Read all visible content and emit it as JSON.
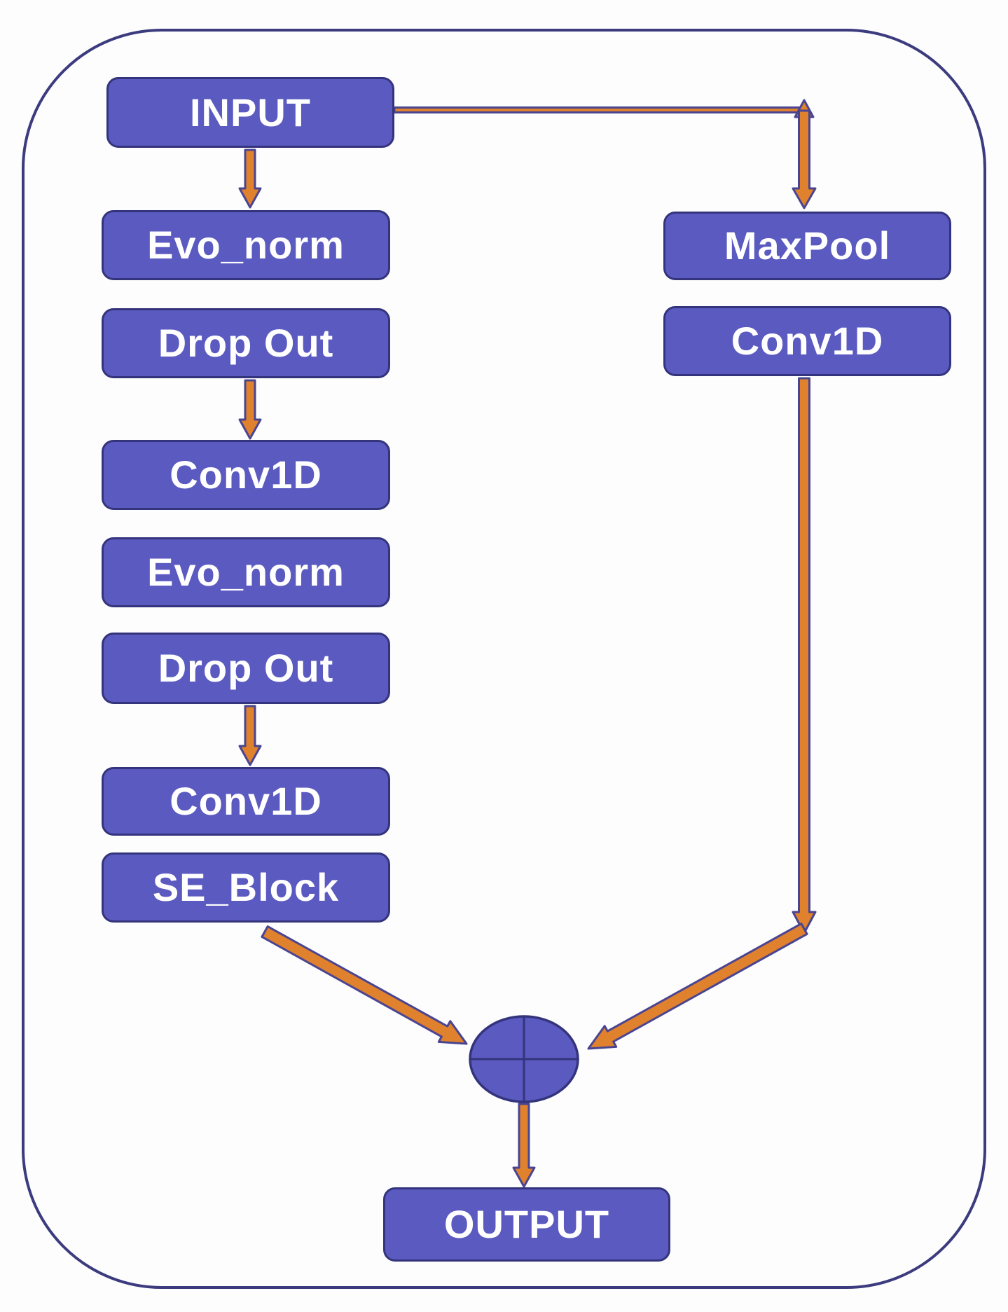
{
  "figure": {
    "type": "flowchart",
    "description": "Residual CNN block architecture diagram",
    "nodes": [
      {
        "id": "input",
        "label": "INPUT"
      },
      {
        "id": "evo-norm-1",
        "label": "Evo_norm"
      },
      {
        "id": "drop-out-1",
        "label": "Drop Out"
      },
      {
        "id": "conv1d-1",
        "label": "Conv1D"
      },
      {
        "id": "evo-norm-2",
        "label": "Evo_norm"
      },
      {
        "id": "drop-out-2",
        "label": "Drop Out"
      },
      {
        "id": "conv1d-2",
        "label": "Conv1D"
      },
      {
        "id": "se-block",
        "label": "SE_Block"
      },
      {
        "id": "maxpool",
        "label": "MaxPool"
      },
      {
        "id": "conv1d-right",
        "label": "Conv1D"
      },
      {
        "id": "output",
        "label": "OUTPUT"
      }
    ],
    "operator": {
      "id": "add",
      "symbol": "circle-plus"
    },
    "edges": [
      {
        "from": "input",
        "to": "evo-norm-1",
        "style": "arrow"
      },
      {
        "from": "evo-norm-1",
        "to": "drop-out-1",
        "style": "stacked"
      },
      {
        "from": "drop-out-1",
        "to": "conv1d-1",
        "style": "arrow"
      },
      {
        "from": "conv1d-1",
        "to": "evo-norm-2",
        "style": "stacked"
      },
      {
        "from": "evo-norm-2",
        "to": "drop-out-2",
        "style": "stacked"
      },
      {
        "from": "drop-out-2",
        "to": "conv1d-2",
        "style": "arrow"
      },
      {
        "from": "conv1d-2",
        "to": "se-block",
        "style": "stacked"
      },
      {
        "from": "se-block",
        "to": "add",
        "style": "arrow"
      },
      {
        "from": "input",
        "to": "maxpool",
        "style": "arrow-skip-connection"
      },
      {
        "from": "maxpool",
        "to": "conv1d-right",
        "style": "stacked"
      },
      {
        "from": "conv1d-right",
        "to": "add",
        "style": "arrow"
      },
      {
        "from": "add",
        "to": "output",
        "style": "arrow"
      }
    ],
    "colors": {
      "node_fill": "#5a5ac0",
      "node_border": "#34347c",
      "arrow_fill": "#e0812d",
      "arrow_border": "#4a4590",
      "frame_border": "#3b3b7e",
      "label_color": "#ffffff",
      "background": "#fdfdfe"
    }
  }
}
